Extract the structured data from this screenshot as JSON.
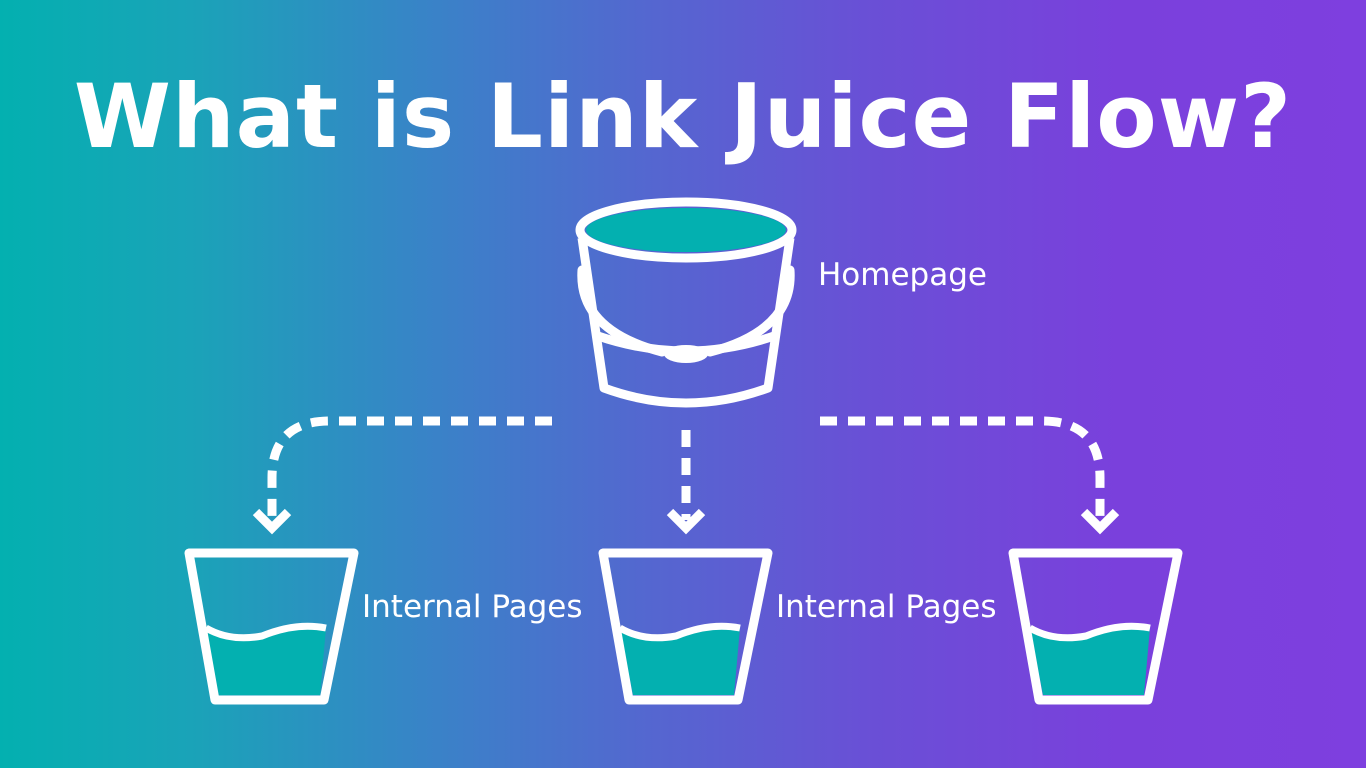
{
  "title": "What is Link Juice Flow?",
  "labels": {
    "homepage": "Homepage",
    "internal_left": "Internal Pages",
    "internal_middle": "Internal Pages"
  },
  "colors": {
    "juice": "#03b0b0",
    "outline": "#ffffff",
    "gradient_left": "#03b0b0",
    "gradient_right": "#7e3fdf"
  }
}
